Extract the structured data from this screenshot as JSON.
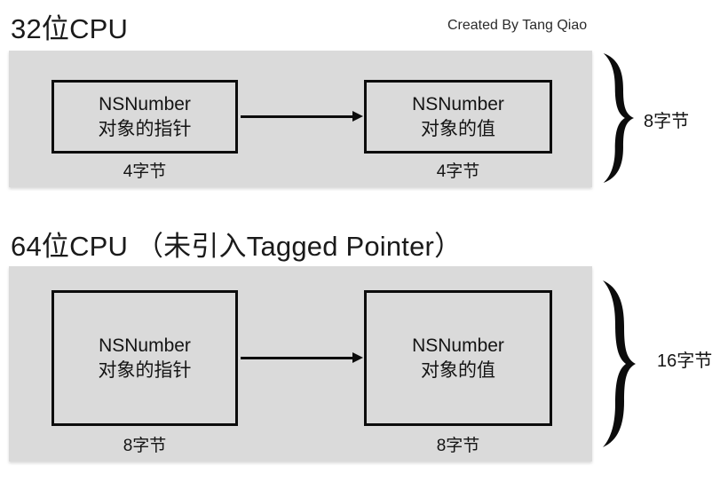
{
  "credit": "Created By Tang Qiao",
  "colors": {
    "panel_bg": "#dadada",
    "line": "#0c0c0c",
    "text": "#1a1a1a"
  },
  "sections": [
    {
      "title": "32位CPU",
      "pointer_box": {
        "line1": "NSNumber",
        "line2": "对象的指针",
        "size_label": "4字节"
      },
      "value_box": {
        "line1": "NSNumber",
        "line2": "对象的值",
        "size_label": "4字节"
      },
      "total_label": "8字节"
    },
    {
      "title": "64位CPU （未引入Tagged Pointer）",
      "pointer_box": {
        "line1": "NSNumber",
        "line2": "对象的指针",
        "size_label": "8字节"
      },
      "value_box": {
        "line1": "NSNumber",
        "line2": "对象的值",
        "size_label": "8字节"
      },
      "total_label": "16字节"
    }
  ]
}
